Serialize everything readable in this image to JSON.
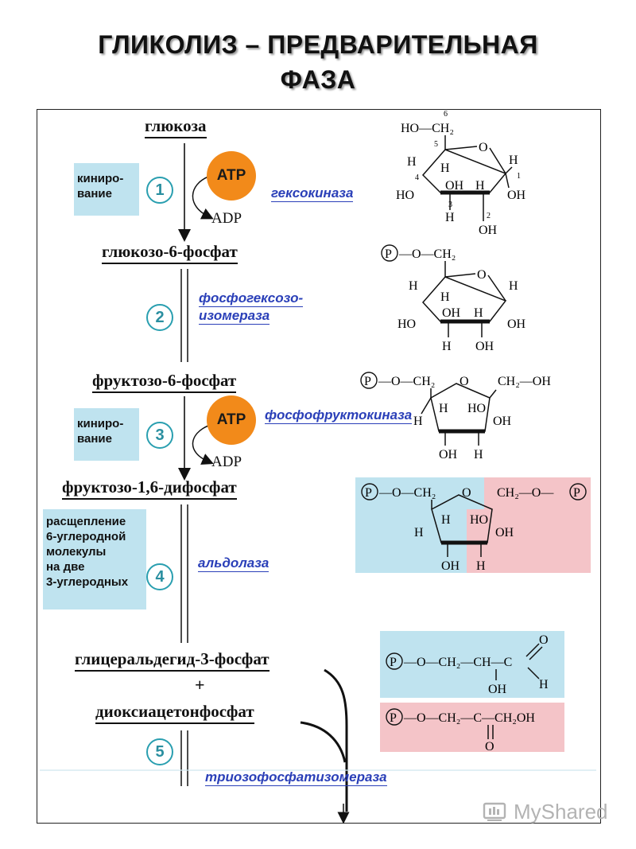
{
  "title": {
    "line1": "ГЛИКОЛИЗ – ПРЕДВАРИТЕЛЬНАЯ",
    "line2": "ФАЗА"
  },
  "compounds": {
    "glucose": "глюкоза",
    "g6p": "глюкозо-6-фосфат",
    "f6p": "фруктозо-6-фосфат",
    "f16bp": "фруктозо-1,6-дифосфат",
    "gap": "глицеральдегид-3-фосфат",
    "plus": "+",
    "dhap": "диоксиацетонфосфат"
  },
  "boxes": {
    "kin1": [
      "кини­ро-",
      "вание"
    ],
    "kin3": [
      "кини­ро-",
      "вание"
    ],
    "split": [
      "расщепление",
      "6-углеродной",
      "молекулы",
      "на две",
      "3-углеродных"
    ]
  },
  "steps": [
    "1",
    "2",
    "3",
    "4",
    "5"
  ],
  "atp": "ATP",
  "adp": "ADP",
  "enzymes": {
    "e1": "гексокиназа",
    "e2_l1": "фосфогексозо-",
    "e2_l2": "изомераза",
    "e3": "фосфофруктокиназа",
    "e4": "альдолаза",
    "e5": "триозофосфатизомераза"
  },
  "colors": {
    "box_bg": "#bfe3ef",
    "pink_bg": "#f4c4c8",
    "atp": "#f28a1a",
    "enzyme": "#2a3fb8",
    "step": "#2a9fb0"
  },
  "structure_labels": {
    "P": "P",
    "HO": "HO",
    "OH": "OH",
    "H": "H",
    "O": "O",
    "CH2": "CH₂",
    "ho_ch2": "HO—CH₂",
    "p_o_ch2": "—O—CH₂",
    "ch2_oh": "CH₂—OH",
    "ch2_o_p": "CH₂—O—",
    "triose1": "—O—CH₂—CH—C",
    "triose2": "—O—CH₂—C—CH₂OH",
    "n1": "1",
    "n2": "2",
    "n3": "3",
    "n4": "4",
    "n5": "5",
    "n6": "6"
  },
  "watermark": "MyShared"
}
